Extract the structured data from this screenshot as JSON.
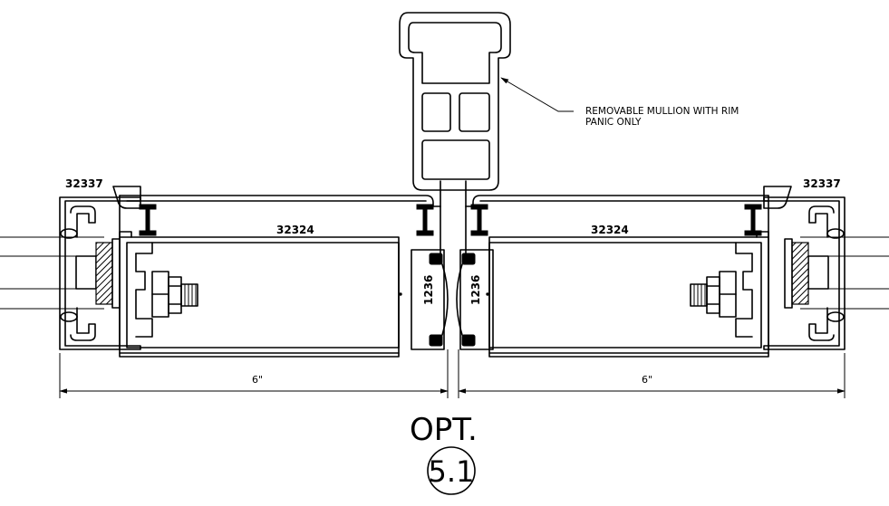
{
  "callout": {
    "line1": "REMOVABLE MULLION WITH RIM",
    "line2": "PANIC ONLY"
  },
  "parts": {
    "left_jamb": "32337",
    "right_jamb": "32337",
    "left_stile": "32324",
    "right_stile": "32324",
    "left_insert": "1236",
    "right_insert": "1236"
  },
  "dimensions": {
    "left": "6\"",
    "right": "6\""
  },
  "option": {
    "label": "OPT.",
    "detail": "5.1"
  }
}
